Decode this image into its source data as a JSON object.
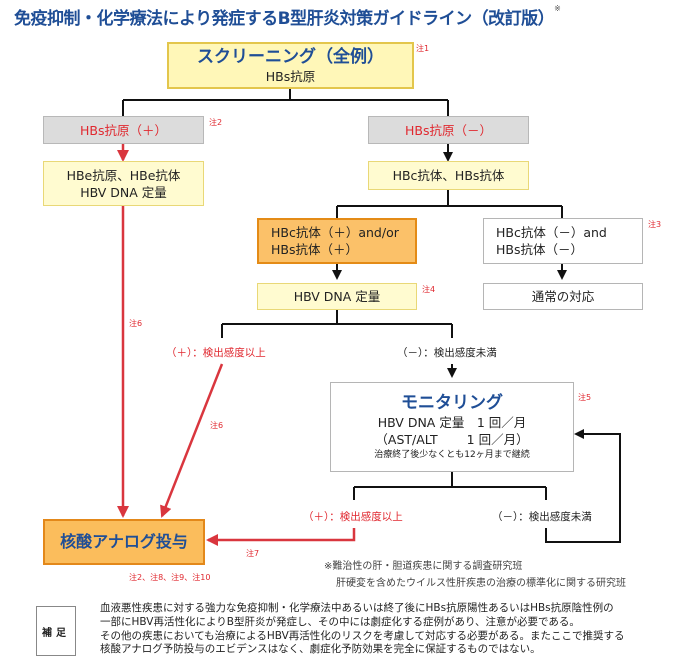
{
  "title": "免疫抑制・化学療法により発症するB型肝炎対策ガイドライン（改訂版）",
  "title_mark": "※",
  "nodes": {
    "screening": {
      "title": "スクリーニング（全例）",
      "sub": "HBs抗原",
      "note": "注1"
    },
    "hbs_pos": {
      "text": "HBs抗原（＋）",
      "note": "注2"
    },
    "hbs_neg": {
      "text": "HBs抗原（－）"
    },
    "hbe_tests": {
      "line1": "HBe抗原、HBe抗体",
      "line2": "HBV DNA 定量"
    },
    "hbc_tests": {
      "text": "HBc抗体、HBs抗体"
    },
    "hbc_pos": {
      "line1": "HBc抗体（＋）and/or",
      "line2": "HBs抗体（＋）"
    },
    "hbc_neg": {
      "line1": "HBc抗体（－）and",
      "line2": "HBs抗体（－）",
      "note": "注3"
    },
    "hbv_dna": {
      "text": "HBV DNA 定量",
      "note": "注4"
    },
    "usual": {
      "text": "通常の対応"
    },
    "monitoring": {
      "title": "モニタリング",
      "line1": "HBV DNA 定量　1 回／月",
      "line2": "（AST/ALT　　 1 回／月）",
      "line3": "治療終了後少なくとも12ヶ月まで継続",
      "note": "注5"
    },
    "nucleic": {
      "text": "核酸アナログ投与",
      "note": "注2、注8、注9、注10"
    }
  },
  "labels": {
    "above1": "（＋）：検出感度以上",
    "below1": "（－）：検出感度未満",
    "above2": "（＋）：検出感度以上",
    "below2": "（－）：検出感度未満",
    "note6a": "注6",
    "note6b": "注6",
    "note7": "注7"
  },
  "source": {
    "line1": "※難治性の肝・胆道疾患に関する調査研究班",
    "line2": "肝硬変を含めたウイルス性肝疾患の治療の標準化に関する研究班"
  },
  "supplement": {
    "tag": "補足",
    "lines": [
      "血液悪性疾患に対する強力な免疫抑制・化学療法中あるいは終了後にHBs抗原陽性あるいはHBs抗原陰性例の",
      "一部にHBV再活性化によりB型肝炎が発症し、その中には劇症化する症例があり、注意が必要である。",
      "その他の疾患においても治療によるHBV再活性化のリスクを考慮して対応する必要がある。またここで推奨する",
      "核酸アナログ予防投与のエビデンスはなく、劇症化予防効果を完全に保証するものではない。"
    ]
  },
  "colors": {
    "title_blue": "#1f4e96",
    "red": "#e0282f",
    "arrow_red": "#d9363e",
    "yellow": "#fff7b8",
    "orange": "#fbbd5c",
    "gray": "#dcdcdc"
  }
}
